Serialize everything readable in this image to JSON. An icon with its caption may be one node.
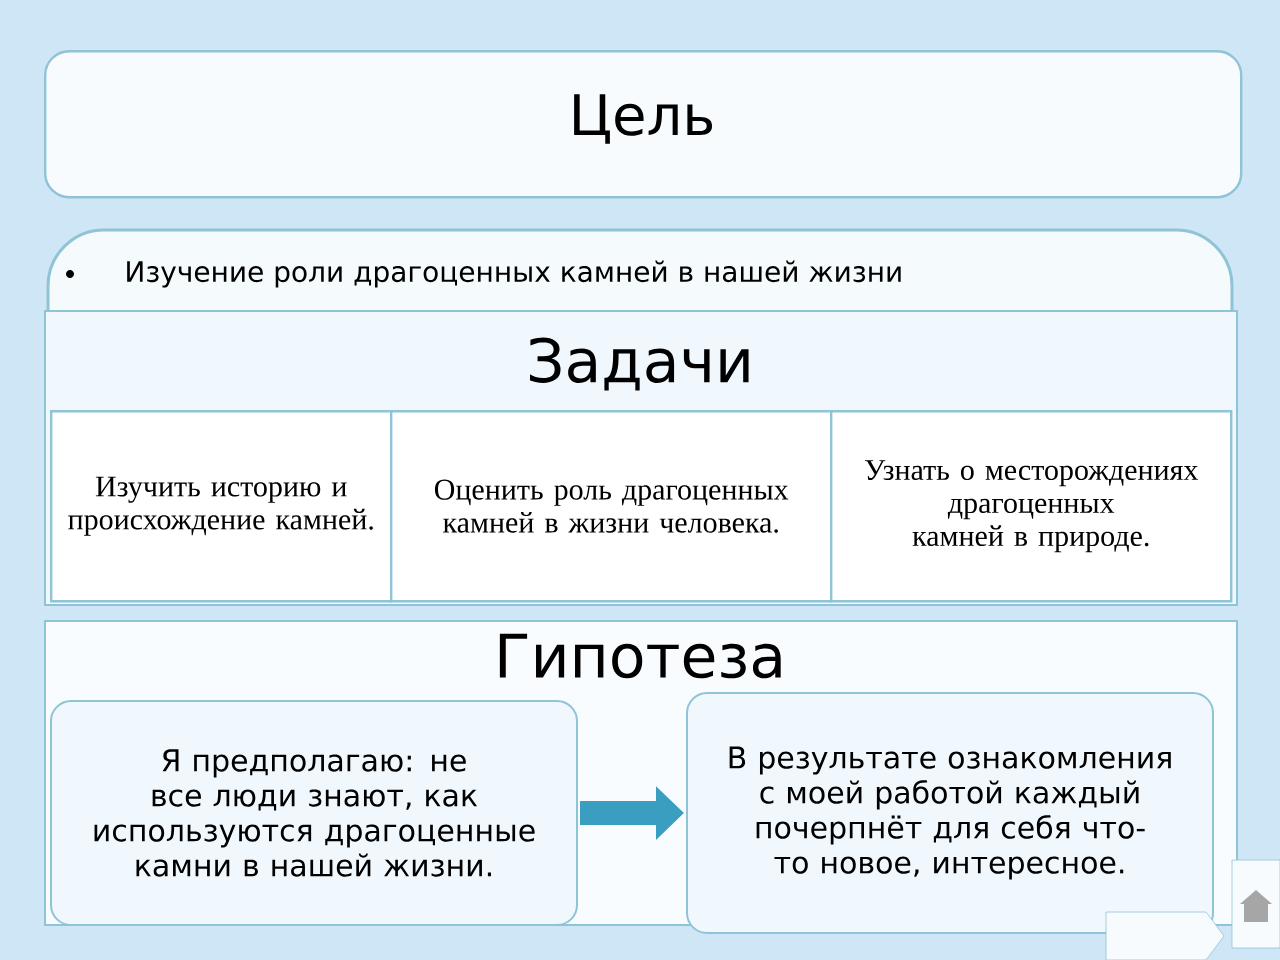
{
  "diagram": {
    "nodes": [
      {
        "text": [
          "Цель"
        ]
      },
      {
        "text": [
          "Изучение роли драгоценных камней в нашей жизни"
        ]
      },
      {
        "text": [
          "Задачи"
        ]
      },
      {
        "text": [
          "Изучить историю и происхождение камней."
        ],
        "in": 2
      },
      {
        "text": [
          "Оценить роль драгоценных камней в жизни человека."
        ],
        "in": 2
      },
      {
        "text": [
          "Узнать о месторождениях драгоценных камней в природе."
        ],
        "in": 2
      },
      {
        "text": [
          "Гипотеза"
        ]
      },
      {
        "text": [
          "Я предполагаю:  не все люди знают, как используются драгоценные камни в нашей жизни."
        ],
        "in": 6
      },
      {
        "text": [
          "В результате ознакомления с моей работой каждый почерпнёт для себя что-то новое, интересное."
        ],
        "in": 6
      }
    ],
    "edges": [
      {
        "from": 7,
        "to": 8,
        "arrow": "to"
      }
    ]
  }
}
